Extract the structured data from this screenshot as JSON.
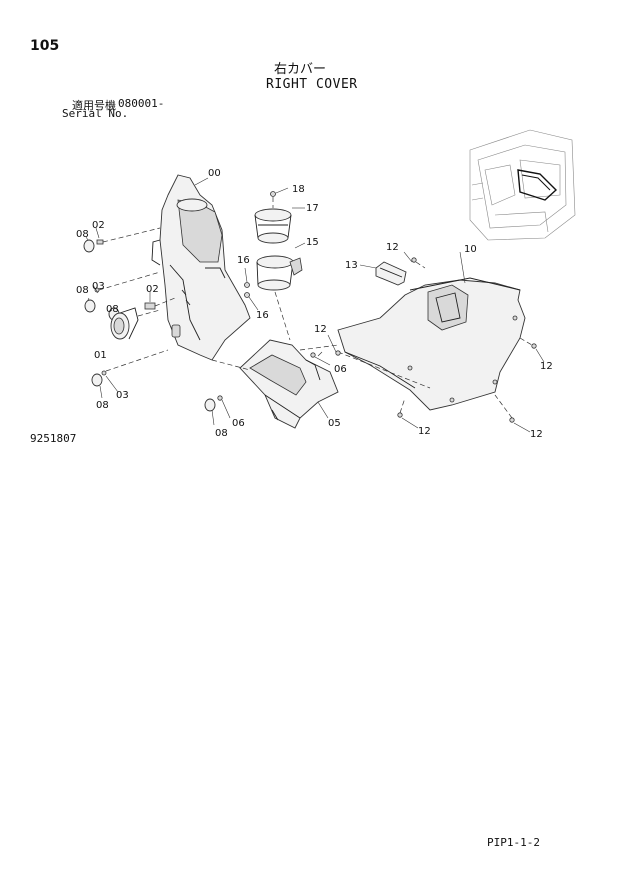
{
  "header": {
    "page_number": "105",
    "title_jp": "右カバー",
    "title_en": "RIGHT COVER",
    "serial_label_jp": "適用号機",
    "serial_value": "080001-",
    "serial_label_en": "Serial No."
  },
  "drawing_number": "9251807",
  "footer_code": "PIP1-1-2",
  "callouts": {
    "c00": "00",
    "c02a": "02",
    "c08a": "08",
    "c03a": "03",
    "c08b": "08",
    "c08c": "08",
    "c02b": "02",
    "c01": "01",
    "c08d": "08",
    "c03b": "03",
    "c18": "18",
    "c17": "17",
    "c15": "15",
    "c16a": "16",
    "c16b": "16",
    "c12a": "12",
    "c13": "13",
    "c10": "10",
    "c12b": "12",
    "c06a": "06",
    "c12c": "12",
    "c08e": "08",
    "c06b": "06",
    "c05": "05",
    "c12d": "12",
    "c12e": "12"
  }
}
